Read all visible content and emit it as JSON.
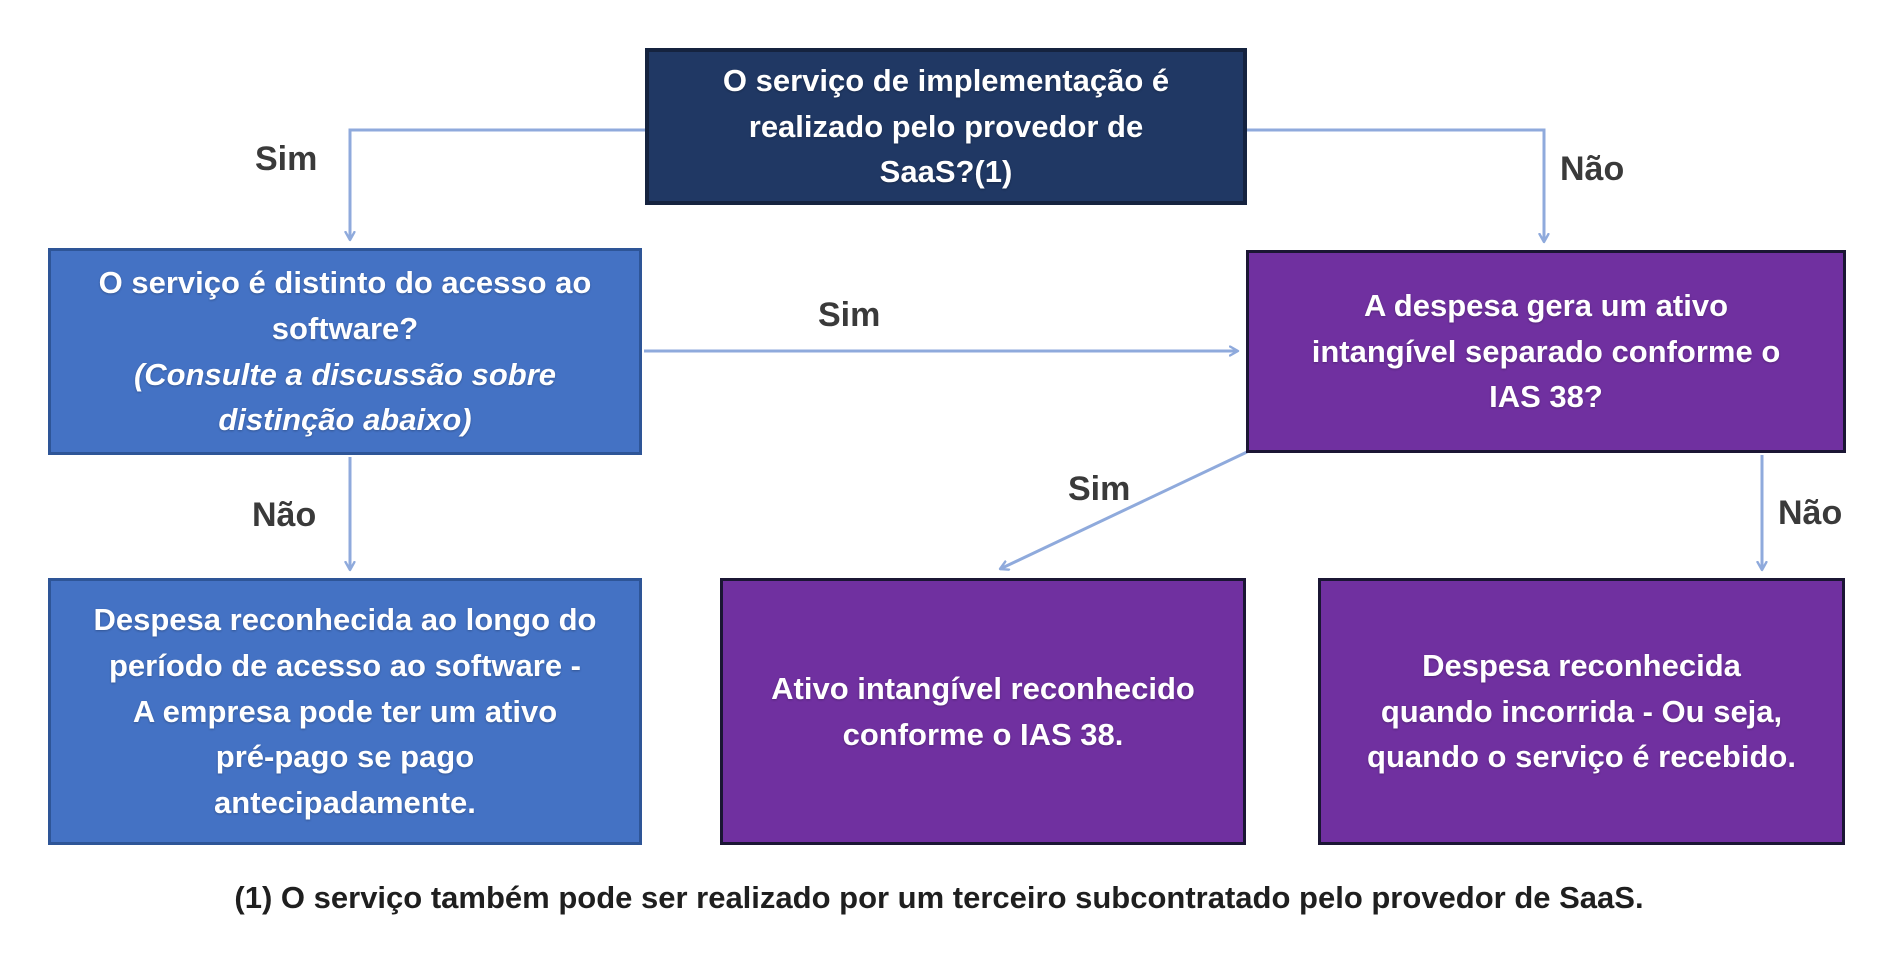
{
  "diagram": {
    "type": "flowchart",
    "language": "pt-BR",
    "topic": "Contabilização de serviços de implementação de SaaS (IAS 38)",
    "nodes": {
      "root": {
        "text": "O serviço de implementação é\nrealizado pelo provedor de\nSaaS?(1)",
        "fill": "#203864"
      },
      "service_distinct": {
        "text": "O serviço é distinto do acesso ao\nsoftware?",
        "note": "(Consulte a discussão sobre\ndistinção abaixo)",
        "fill": "#4472C4"
      },
      "intangible_question": {
        "text": "A despesa gera um ativo\nintangível separado conforme o\nIAS 38?",
        "fill": "#7030A0"
      },
      "expense_over_period": {
        "text": "Despesa reconhecida ao longo do\nperíodo de acesso ao software -\nA empresa pode ter um ativo\npré-pago se pago\nantecipadamente.",
        "fill": "#4472C4"
      },
      "intangible_recognized": {
        "text": "Ativo intangível reconhecido\nconforme o IAS 38.",
        "fill": "#7030A0"
      },
      "expense_when_incurred": {
        "text": "Despesa reconhecida\nquando incorrida - Ou seja,\nquando o serviço é recebido.",
        "fill": "#7030A0"
      }
    },
    "edges": [
      {
        "from": "root",
        "to": "service_distinct",
        "label": "Sim"
      },
      {
        "from": "root",
        "to": "intangible_question",
        "label": "Não"
      },
      {
        "from": "service_distinct",
        "to": "intangible_question",
        "label": "Sim"
      },
      {
        "from": "service_distinct",
        "to": "expense_over_period",
        "label": "Não"
      },
      {
        "from": "intangible_question",
        "to": "intangible_recognized",
        "label": "Sim"
      },
      {
        "from": "intangible_question",
        "to": "expense_when_incurred",
        "label": "Não"
      }
    ],
    "footnote": "(1) O serviço também pode ser realizado por um terceiro subcontratado pelo provedor de SaaS.",
    "colors": {
      "node_dark_navy": "#203864",
      "node_blue": "#4472C4",
      "node_purple": "#7030A0",
      "border_navy": "#15233F",
      "border_blue": "#2E5597",
      "border_purple": "#1B1634",
      "arrow": "#8FAADC",
      "edge_label_text": "#3A3A3A",
      "node_text": "#FFFFFF",
      "footnote_text": "#1F1F1F",
      "background": "#FFFFFF"
    }
  }
}
